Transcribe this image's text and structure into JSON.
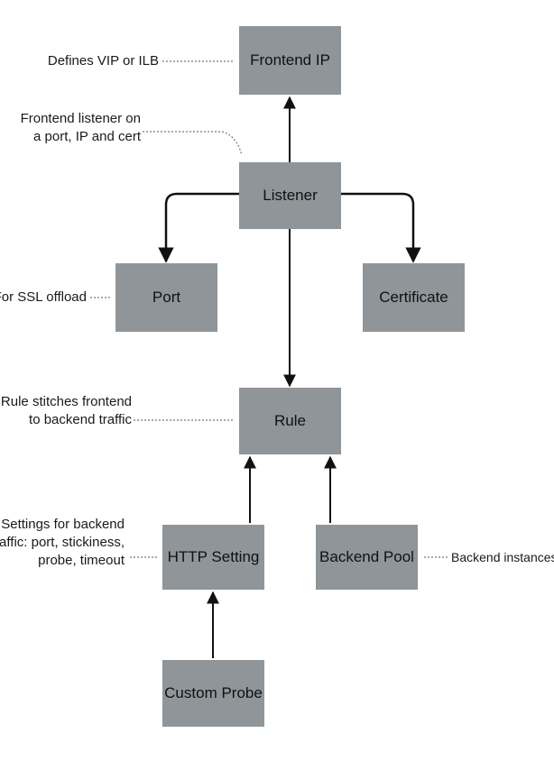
{
  "nodes": {
    "frontend_ip": "Frontend IP",
    "listener": "Listener",
    "port": "Port",
    "certificate": "Certificate",
    "rule": "Rule",
    "http_setting": "HTTP Setting",
    "backend_pool": "Backend Pool",
    "custom_probe": "Custom Probe"
  },
  "annotations": {
    "frontend_ip": [
      "Defines VIP or ILB"
    ],
    "listener": [
      "Frontend listener on",
      "a port, IP and cert"
    ],
    "port": [
      "For SSL offload"
    ],
    "rule": [
      "Rule stitches frontend",
      "to backend traffic"
    ],
    "http_setting": [
      "Settings for backend",
      "traffic: port, stickiness,",
      "probe, timeout"
    ],
    "backend_pool": [
      "Backend instances"
    ]
  },
  "colors": {
    "box_fill": "#8f9599",
    "line": "#111111",
    "dotted": "#777777"
  }
}
